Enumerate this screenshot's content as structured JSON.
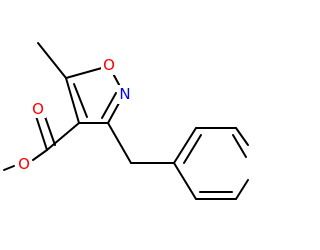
{
  "molecule": {
    "atoms": {
      "ring_oxygen": {
        "symbol": "O",
        "color": "#ff0000"
      },
      "ring_nitrogen": {
        "symbol": "N",
        "color": "#0000ff"
      },
      "carbonyl_oxygen": {
        "symbol": "O",
        "color": "#ff0000"
      },
      "ester_oxygen": {
        "symbol": "O",
        "color": "#ff0000"
      }
    },
    "bond_color": "#000000"
  }
}
